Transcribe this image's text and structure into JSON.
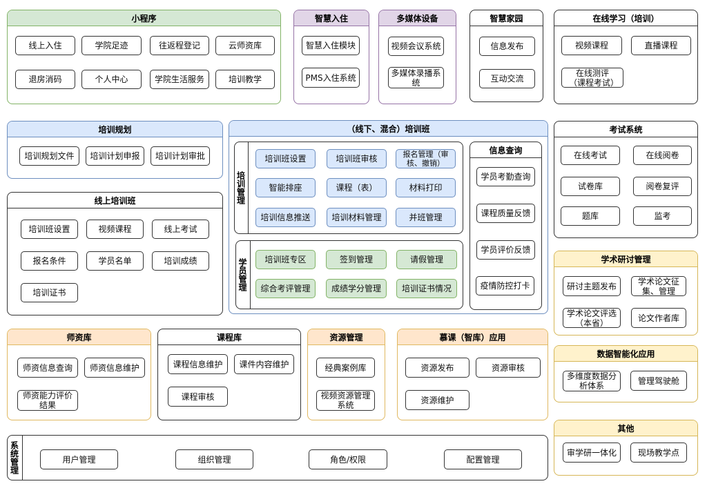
{
  "mini": {
    "title": "小程序",
    "items": [
      "线上入住",
      "学院足迹",
      "往返程登记",
      "云师资库",
      "退房消码",
      "个人中心",
      "学院生活服务",
      "培训教学"
    ]
  },
  "checkin": {
    "title": "智慧入住",
    "items": [
      "智慧入住模块",
      "PMS入住系统"
    ]
  },
  "media": {
    "title": "多媒体设备",
    "items": [
      "视频会议系统",
      "多媒体录播系统"
    ]
  },
  "home": {
    "title": "智慧家园",
    "items": [
      "信息发布",
      "互动交流"
    ]
  },
  "online_learning": {
    "title": "在线学习（培训）",
    "items": [
      "视频课程",
      "直播课程",
      "在线测评（课程考试）"
    ]
  },
  "plan": {
    "title": "培训规划",
    "items": [
      "培训规划文件",
      "培训计划申报",
      "培训计划审批"
    ]
  },
  "online_class": {
    "title": "线上培训班",
    "items": [
      "培训班设置",
      "视频课程",
      "线上考试",
      "报名条件",
      "学员名单",
      "培训成绩",
      "培训证书"
    ]
  },
  "offline": {
    "title": "（线下、混合）培训班",
    "training_mgmt": {
      "label": "培训管理",
      "items": [
        "培训班设置",
        "培训班审核",
        "报名管理（审核、撤销）",
        "智能排座",
        "课程（表）",
        "材料打印",
        "培训信息推送",
        "培训材料管理",
        "并班管理"
      ]
    },
    "student_mgmt": {
      "label": "学员管理",
      "items": [
        "培训班专区",
        "签到管理",
        "请假管理",
        "综合考评管理",
        "成绩学分管理",
        "培训证书情况"
      ]
    },
    "info_query": {
      "title": "信息查询",
      "items": [
        "学员考勤查询",
        "课程质量反馈",
        "学员评价反馈",
        "疫情防控打卡"
      ]
    }
  },
  "exam": {
    "title": "考试系统",
    "items": [
      "在线考试",
      "在线阅卷",
      "试卷库",
      "阅卷复评",
      "题库",
      "监考"
    ]
  },
  "academic": {
    "title": "学术研讨管理",
    "items": [
      "研讨主题发布",
      "学术论文征集、管理",
      "学术论文评选（本省）",
      "论文作者库"
    ]
  },
  "data": {
    "title": "数据智能化应用",
    "items": [
      "多维度数据分析体系",
      "管理驾驶舱"
    ]
  },
  "other": {
    "title": "其他",
    "items": [
      "审学研一体化",
      "现场教学点"
    ]
  },
  "teacher": {
    "title": "师资库",
    "items": [
      "师资信息查询",
      "师资信息维护",
      "师资能力评价结果"
    ]
  },
  "course": {
    "title": "课程库",
    "items": [
      "课程信息维护",
      "课件内容维护",
      "课程审核"
    ]
  },
  "resource": {
    "title": "资源管理",
    "items": [
      "经典案例库",
      "视频资源管理系统"
    ]
  },
  "mooc": {
    "title": "慕课（智库）应用",
    "items": [
      "资源发布",
      "资源审核",
      "资源维护"
    ]
  },
  "system": {
    "label": "系统管理",
    "items": [
      "用户管理",
      "组织管理",
      "角色/权限",
      "配置管理"
    ]
  }
}
